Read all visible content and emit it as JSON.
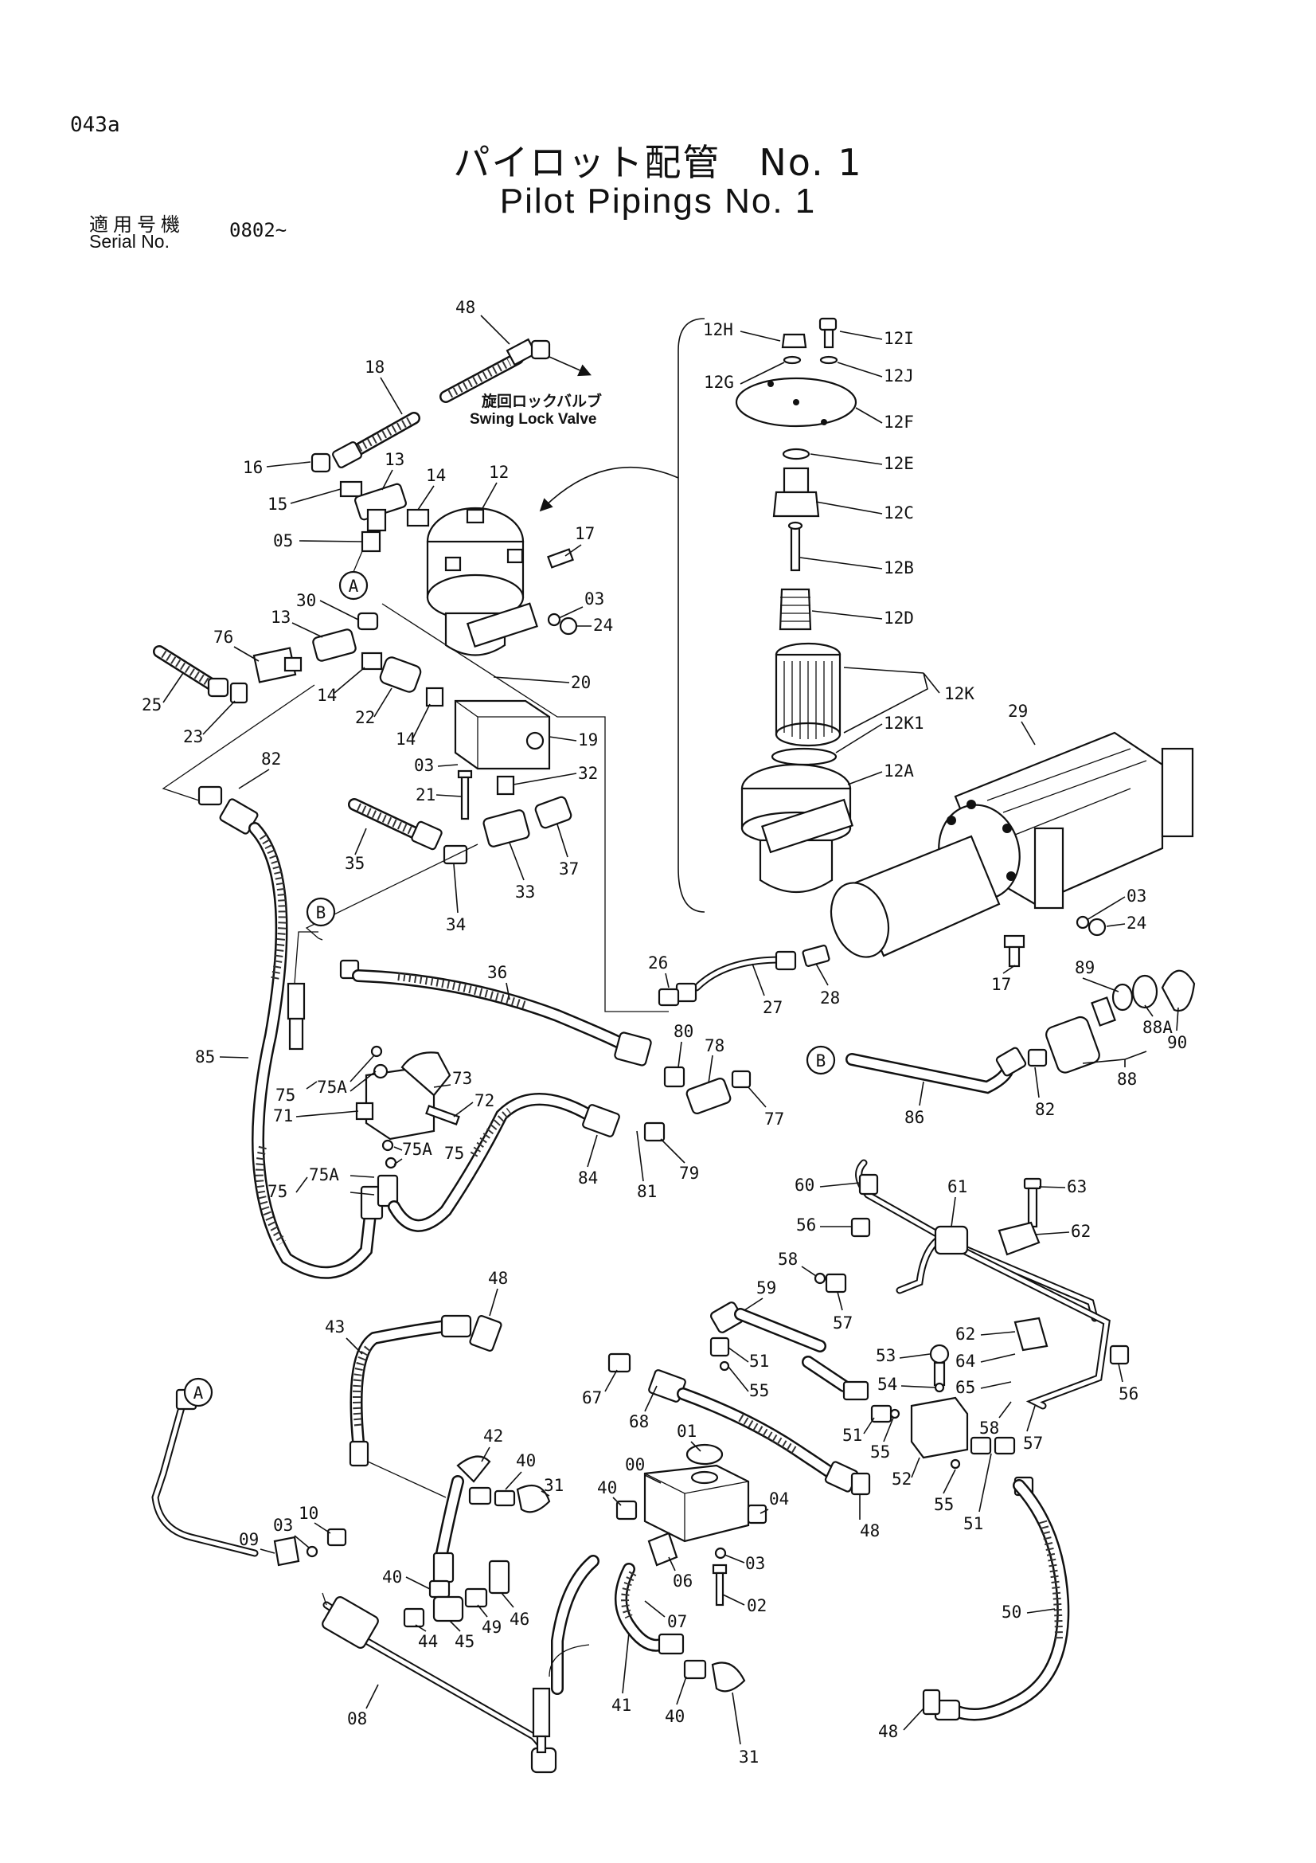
{
  "page_code": "043a",
  "title": {
    "jp": "パイロット配管　No. 1",
    "en": "Pilot Pipings No. 1"
  },
  "serial": {
    "label_jp": "適用号機",
    "label_en": "Serial No.",
    "value": "0802~"
  },
  "notes": {
    "swing_lock_jp": "旋回ロックバルブ",
    "swing_lock_en": "Swing Lock Valve"
  },
  "callouts": {
    "A": "A",
    "B": "B",
    "p48a": "48",
    "p18": "18",
    "p16": "16",
    "p15": "15",
    "p13a": "13",
    "p14a": "14",
    "p12": "12",
    "p05": "05",
    "p17a": "17",
    "p03a": "03",
    "p24a": "24",
    "p30": "30",
    "p13b": "13",
    "p76": "76",
    "p25": "25",
    "p23": "23",
    "p14b": "14",
    "p22": "22",
    "p14c": "14",
    "p20": "20",
    "p19": "19",
    "p03b": "03",
    "p21": "21",
    "p32": "32",
    "p82a": "82",
    "p35": "35",
    "p34": "34",
    "p33": "33",
    "p37": "37",
    "p36": "36",
    "p26": "26",
    "p27": "27",
    "p28": "28",
    "p85": "85",
    "p80": "80",
    "p78": "78",
    "p77": "77",
    "p79": "79",
    "p81": "81",
    "p84": "84",
    "p73": "73",
    "p72": "72",
    "p71": "71",
    "p75a": "75",
    "p75A_a": "75A",
    "p75A_b": "75A",
    "p75b": "75",
    "p75A_c": "75A",
    "p75c": "75",
    "p12H": "12H",
    "p12I": "12I",
    "p12G": "12G",
    "p12J": "12J",
    "p12F": "12F",
    "p12E": "12E",
    "p12C": "12C",
    "p12B": "12B",
    "p12D": "12D",
    "p12K": "12K",
    "p12K1": "12K1",
    "p12A": "12A",
    "p29": "29",
    "p03c": "03",
    "p24b": "24",
    "p17b": "17",
    "p89": "89",
    "p88A": "88A",
    "p90": "90",
    "p88": "88",
    "p82b": "82",
    "p86": "86",
    "p60": "60",
    "p61": "61",
    "p63": "63",
    "p62a": "62",
    "p56a": "56",
    "p58a": "58",
    "p57a": "57",
    "p59": "59",
    "p62b": "62",
    "p64": "64",
    "p65": "65",
    "p53": "53",
    "p54": "54",
    "p56b": "56",
    "p58b": "58",
    "p57b": "57",
    "p51a": "51",
    "p55a": "55",
    "p51b": "51",
    "p55b": "55",
    "p52": "52",
    "p55c": "55",
    "p51c": "51",
    "p50": "50",
    "p48c": "48",
    "p48b": "48",
    "p43": "43",
    "p42": "42",
    "p40a": "40",
    "p31a": "31",
    "p67": "67",
    "p68": "68",
    "p48d": "48",
    "p01": "01",
    "p00": "00",
    "p40b": "40",
    "p04": "04",
    "p03d": "03",
    "p06": "06",
    "p02": "02",
    "p07": "07",
    "p10": "10",
    "p03e": "03",
    "p09": "09",
    "p40c": "40",
    "p46": "46",
    "p49": "49",
    "p45": "45",
    "p44": "44",
    "p41": "41",
    "p40d": "40",
    "p31b": "31",
    "p08": "08"
  }
}
